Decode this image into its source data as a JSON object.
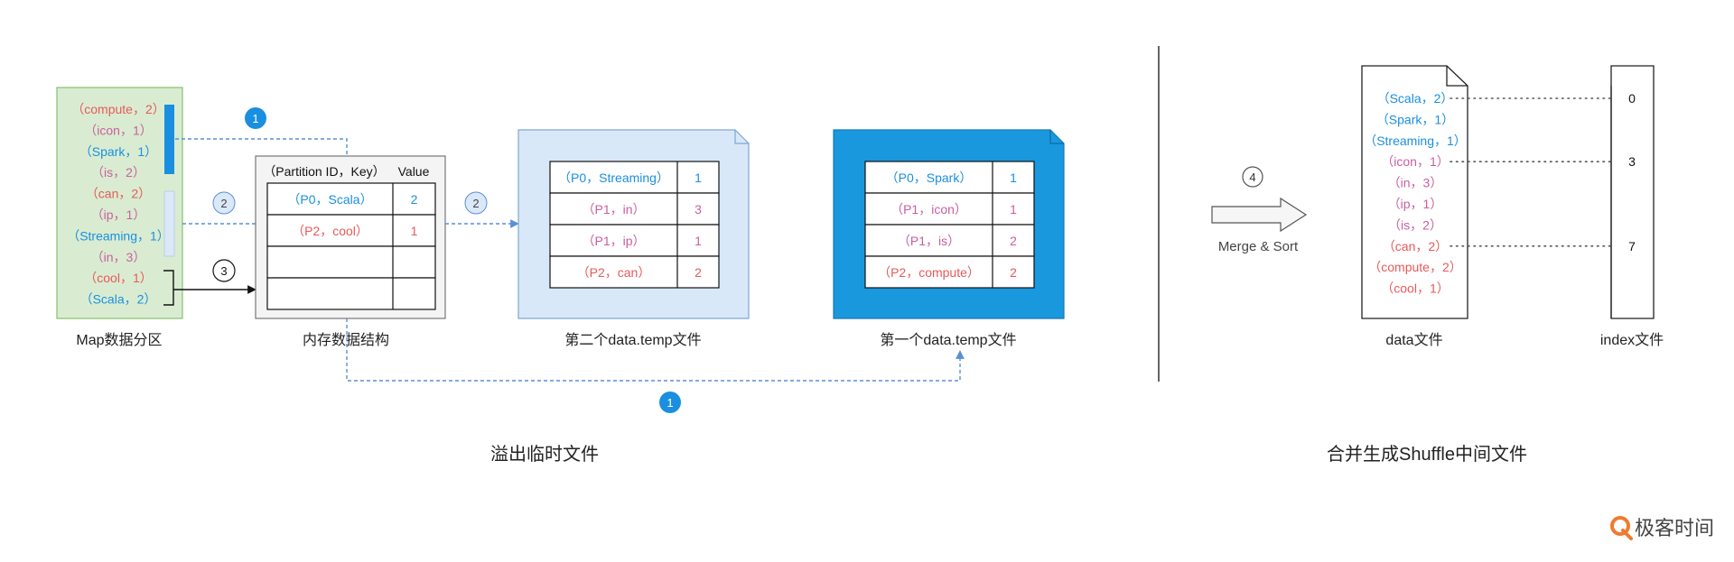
{
  "colors": {
    "blue": "#1a8fe0",
    "red": "#e8595a",
    "pink": "#c95fa0",
    "map_fill": "#d9ecd1",
    "map_stroke": "#86c06e",
    "bar_blue": "#1a8fe0",
    "bar_light": "#dbe8f8",
    "file_light": "#d9e8f8",
    "file_dark": "#1a98de",
    "dashed": "#5b8fd6"
  },
  "map_partition": {
    "caption": "Map数据分区",
    "items": [
      {
        "text": "（compute，2）",
        "color": "red"
      },
      {
        "text": "（icon，1）",
        "color": "pink"
      },
      {
        "text": "（Spark，1）",
        "color": "blue"
      },
      {
        "text": "（is，2）",
        "color": "pink"
      },
      {
        "text": "（can，2）",
        "color": "red"
      },
      {
        "text": "（ip，1）",
        "color": "pink"
      },
      {
        "text": "（Streaming，1）",
        "color": "blue"
      },
      {
        "text": "（in，3）",
        "color": "pink"
      },
      {
        "text": "（cool，1）",
        "color": "red"
      },
      {
        "text": "（Scala，2）",
        "color": "blue"
      }
    ]
  },
  "memory_structure": {
    "caption": "内存数据结构",
    "header_key": "（Partition ID，Key）",
    "header_value": "Value",
    "rows": [
      {
        "key": "（P0，Scala）",
        "value": "2",
        "color": "blue"
      },
      {
        "key": "（P2，cool）",
        "value": "1",
        "color": "red"
      },
      {
        "key": "",
        "value": "",
        "color": "blue"
      },
      {
        "key": "",
        "value": "",
        "color": "blue"
      }
    ]
  },
  "second_temp": {
    "caption": "第二个data.temp文件",
    "rows": [
      {
        "key": "（P0，Streaming）",
        "value": "1",
        "color": "blue"
      },
      {
        "key": "（P1，in）",
        "value": "3",
        "color": "pink"
      },
      {
        "key": "（P1，ip）",
        "value": "1",
        "color": "pink"
      },
      {
        "key": "（P2，can）",
        "value": "2",
        "color": "red"
      }
    ]
  },
  "first_temp": {
    "caption": "第一个data.temp文件",
    "rows": [
      {
        "key": "（P0，Spark）",
        "value": "1",
        "color": "blue"
      },
      {
        "key": "（P1，icon）",
        "value": "1",
        "color": "pink"
      },
      {
        "key": "（P1，is）",
        "value": "2",
        "color": "pink"
      },
      {
        "key": "（P2，compute）",
        "value": "2",
        "color": "red"
      }
    ]
  },
  "steps": {
    "one": "1",
    "two": "2",
    "three": "3",
    "four": "4"
  },
  "merge_label": "Merge & Sort",
  "data_file": {
    "caption": "data文件",
    "items": [
      {
        "text": "（Scala，2）",
        "color": "blue"
      },
      {
        "text": "（Spark，1）",
        "color": "blue"
      },
      {
        "text": "（Streaming，1）",
        "color": "blue"
      },
      {
        "text": "（icon，1）",
        "color": "pink"
      },
      {
        "text": "（in，3）",
        "color": "pink"
      },
      {
        "text": "（ip，1）",
        "color": "pink"
      },
      {
        "text": "（is，2）",
        "color": "pink"
      },
      {
        "text": "（can，2）",
        "color": "red"
      },
      {
        "text": "（compute，2）",
        "color": "red"
      },
      {
        "text": "（cool，1）",
        "color": "red"
      }
    ]
  },
  "index_file": {
    "caption": "index文件",
    "entries": [
      {
        "value": "0",
        "item": 0
      },
      {
        "value": "3",
        "item": 3
      },
      {
        "value": "7",
        "item": 7
      }
    ]
  },
  "section_left": "溢出临时文件",
  "section_right": "合并生成Shuffle中间文件",
  "brand": "极客时间"
}
